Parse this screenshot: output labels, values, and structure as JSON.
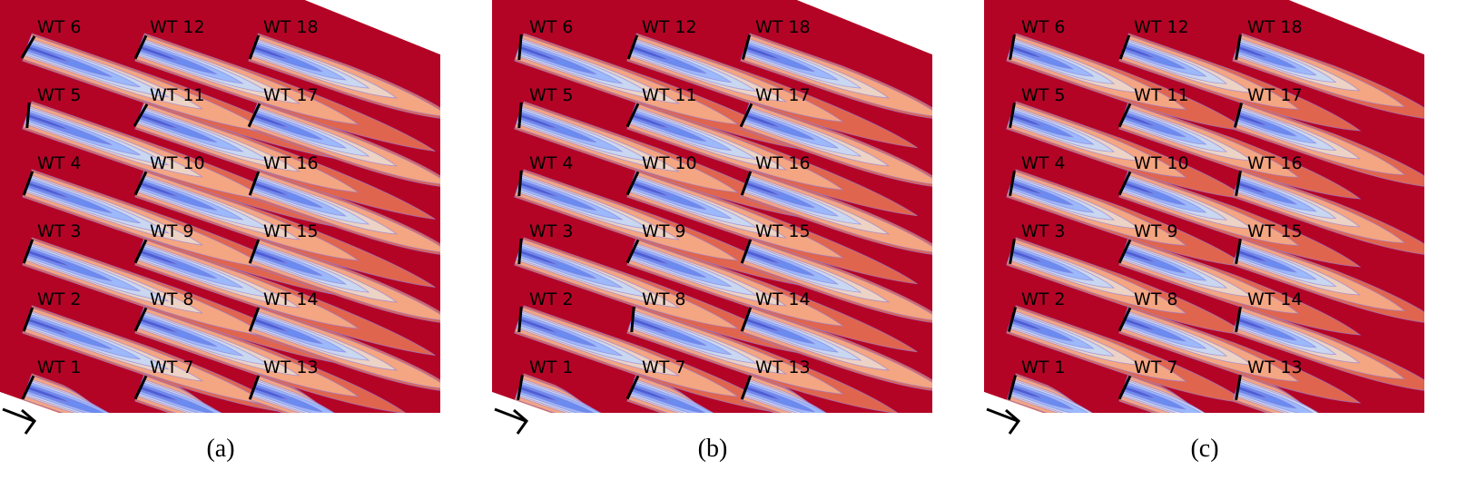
{
  "panels": [
    {
      "caption": "(a)"
    },
    {
      "caption": "(b)"
    },
    {
      "caption": "(c)"
    }
  ],
  "turbine_labels": [
    "WT 1",
    "WT 2",
    "WT 3",
    "WT 4",
    "WT 5",
    "WT 6",
    "WT 7",
    "WT 8",
    "WT 9",
    "WT 10",
    "WT 11",
    "WT 12",
    "WT 13",
    "WT 14",
    "WT 15",
    "WT 16",
    "WT 17",
    "WT 18"
  ],
  "icons": {
    "wind_direction": "arrow-right-down-icon"
  },
  "colors": {
    "background": "#b40426",
    "level1": "#e0654f",
    "level2": "#f4a582",
    "level3": "#ecd3c5",
    "level4": "#c9d7f0",
    "level5": "#9bb9fb",
    "level6": "#6a8bef",
    "level7": "#4a5fd6",
    "contour": "#8f7fdc"
  }
}
